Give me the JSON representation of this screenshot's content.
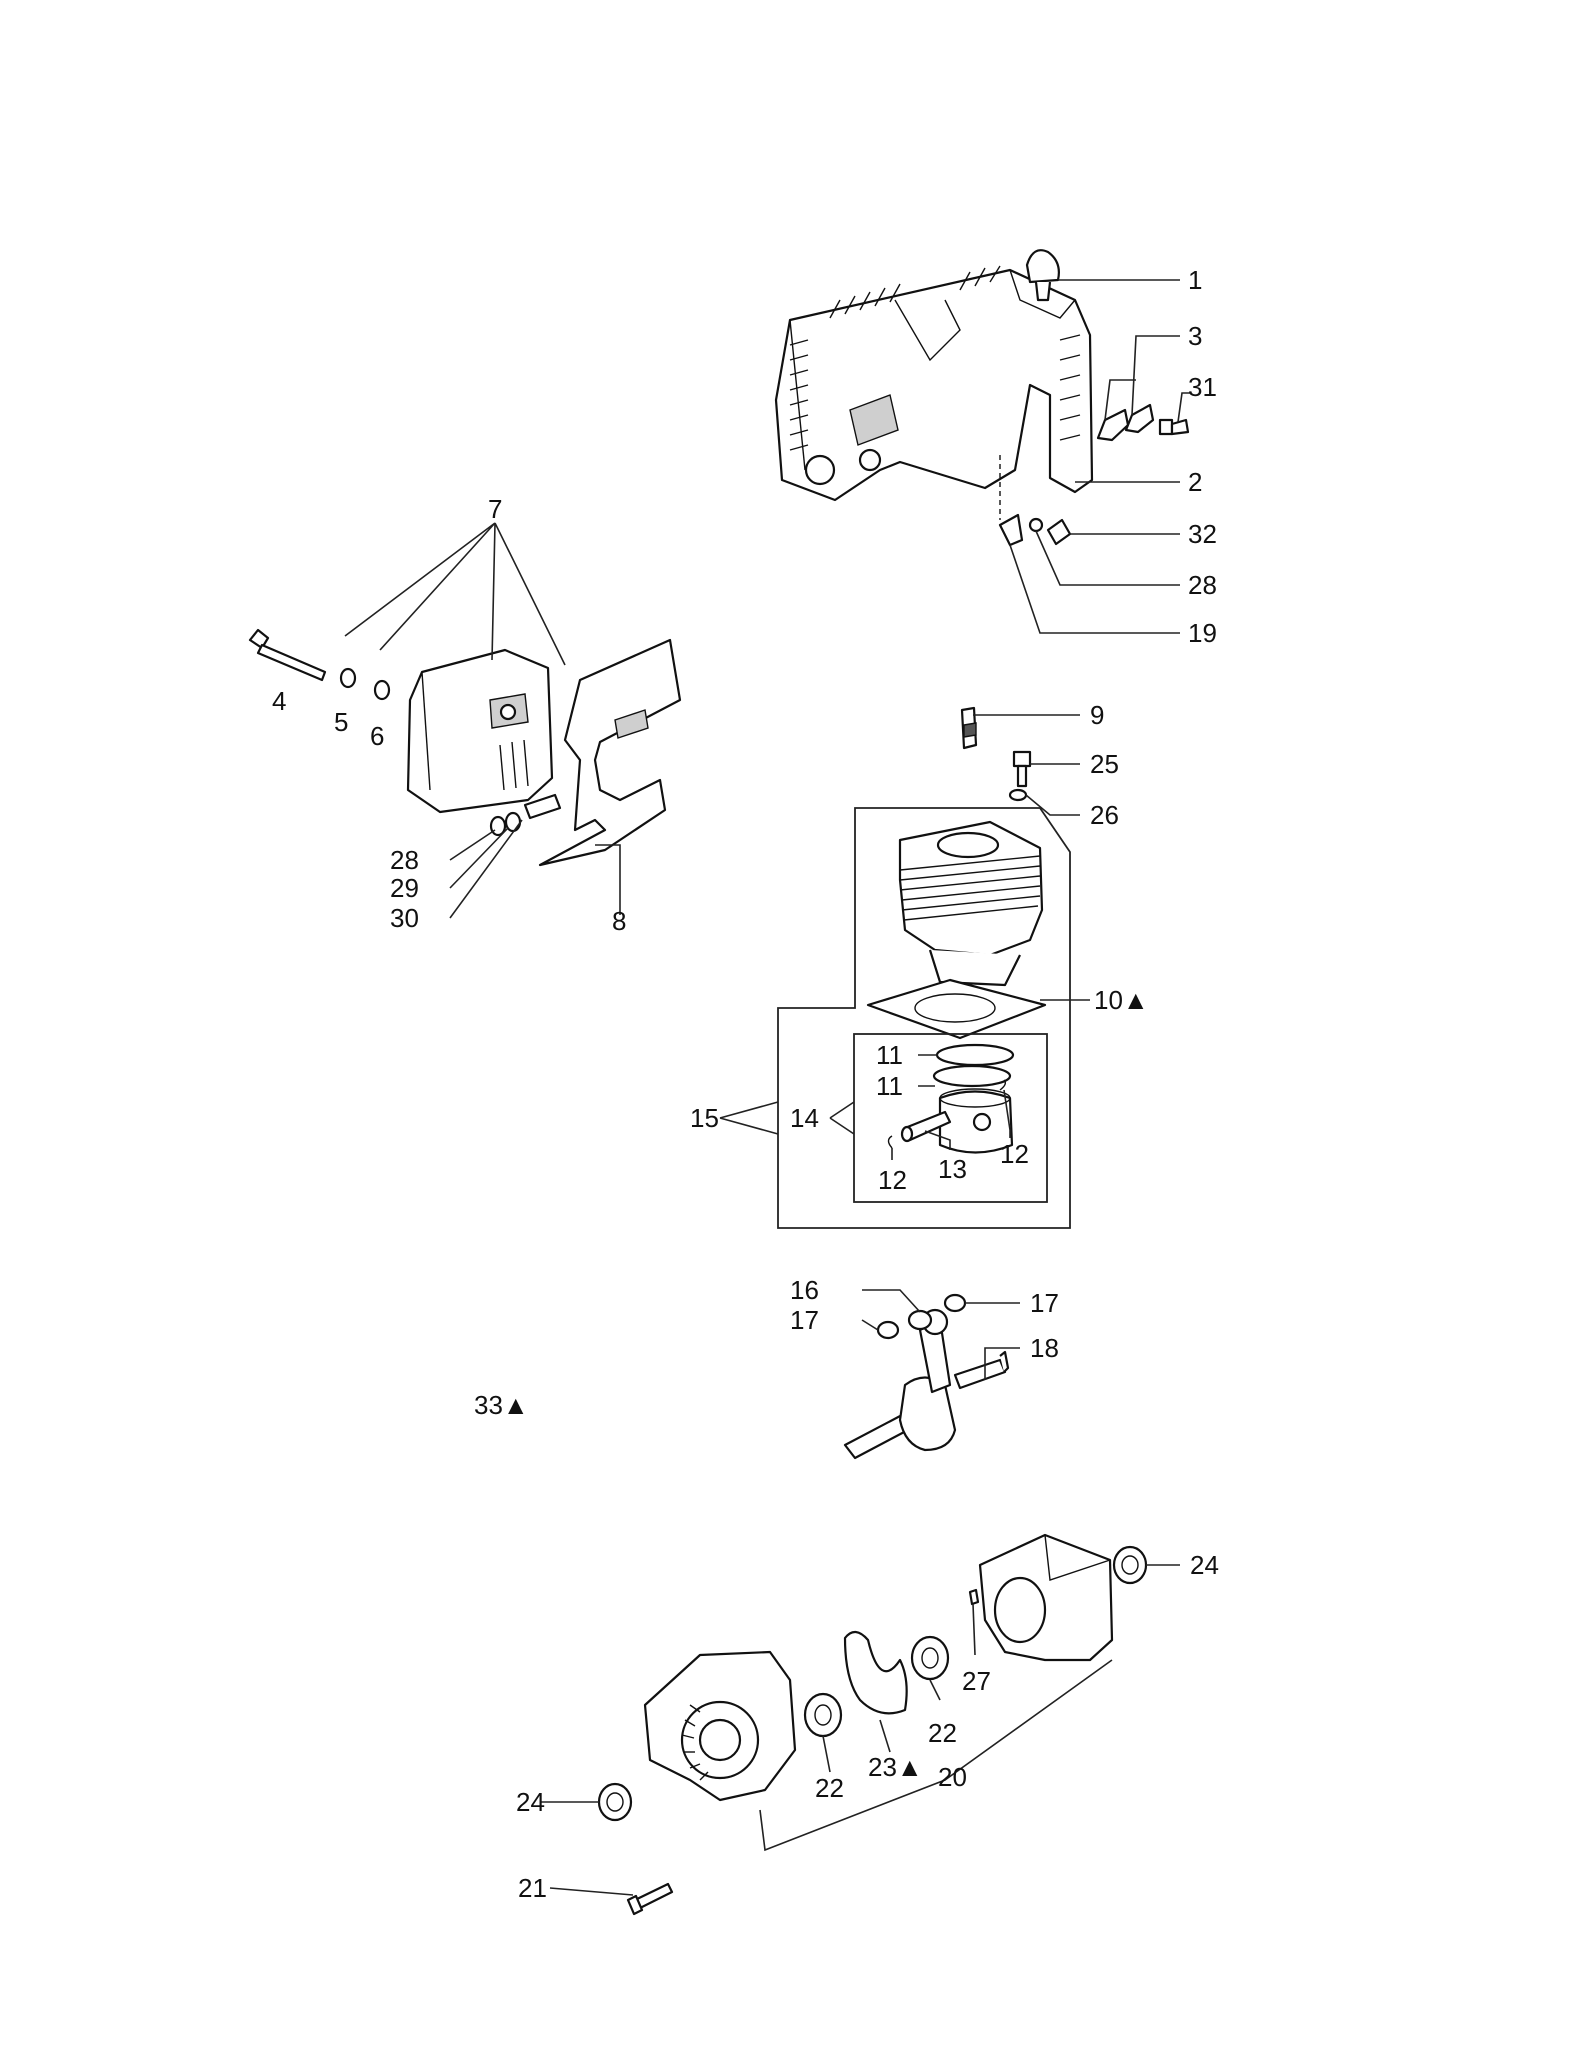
{
  "labels": {
    "l1": "1",
    "l2": "2",
    "l3": "3",
    "l31": "31",
    "l32": "32",
    "l28a": "28",
    "l19": "19",
    "l7": "7",
    "l4": "4",
    "l5": "5",
    "l6": "6",
    "l28b": "28",
    "l29": "29",
    "l30": "30",
    "l8": "8",
    "l9": "9",
    "l25": "25",
    "l26": "26",
    "l10": "10▲",
    "l11a": "11",
    "l11b": "11",
    "l15": "15",
    "l14": "14",
    "l12a": "12",
    "l13": "13",
    "l12b": "12",
    "l16": "16",
    "l17a": "17",
    "l17b": "17",
    "l18": "18",
    "l33": "33▲",
    "l24a": "24",
    "l27": "27",
    "l22a": "22",
    "l22b": "22",
    "l23": "23▲",
    "l20": "20",
    "l24b": "24",
    "l21": "21"
  }
}
